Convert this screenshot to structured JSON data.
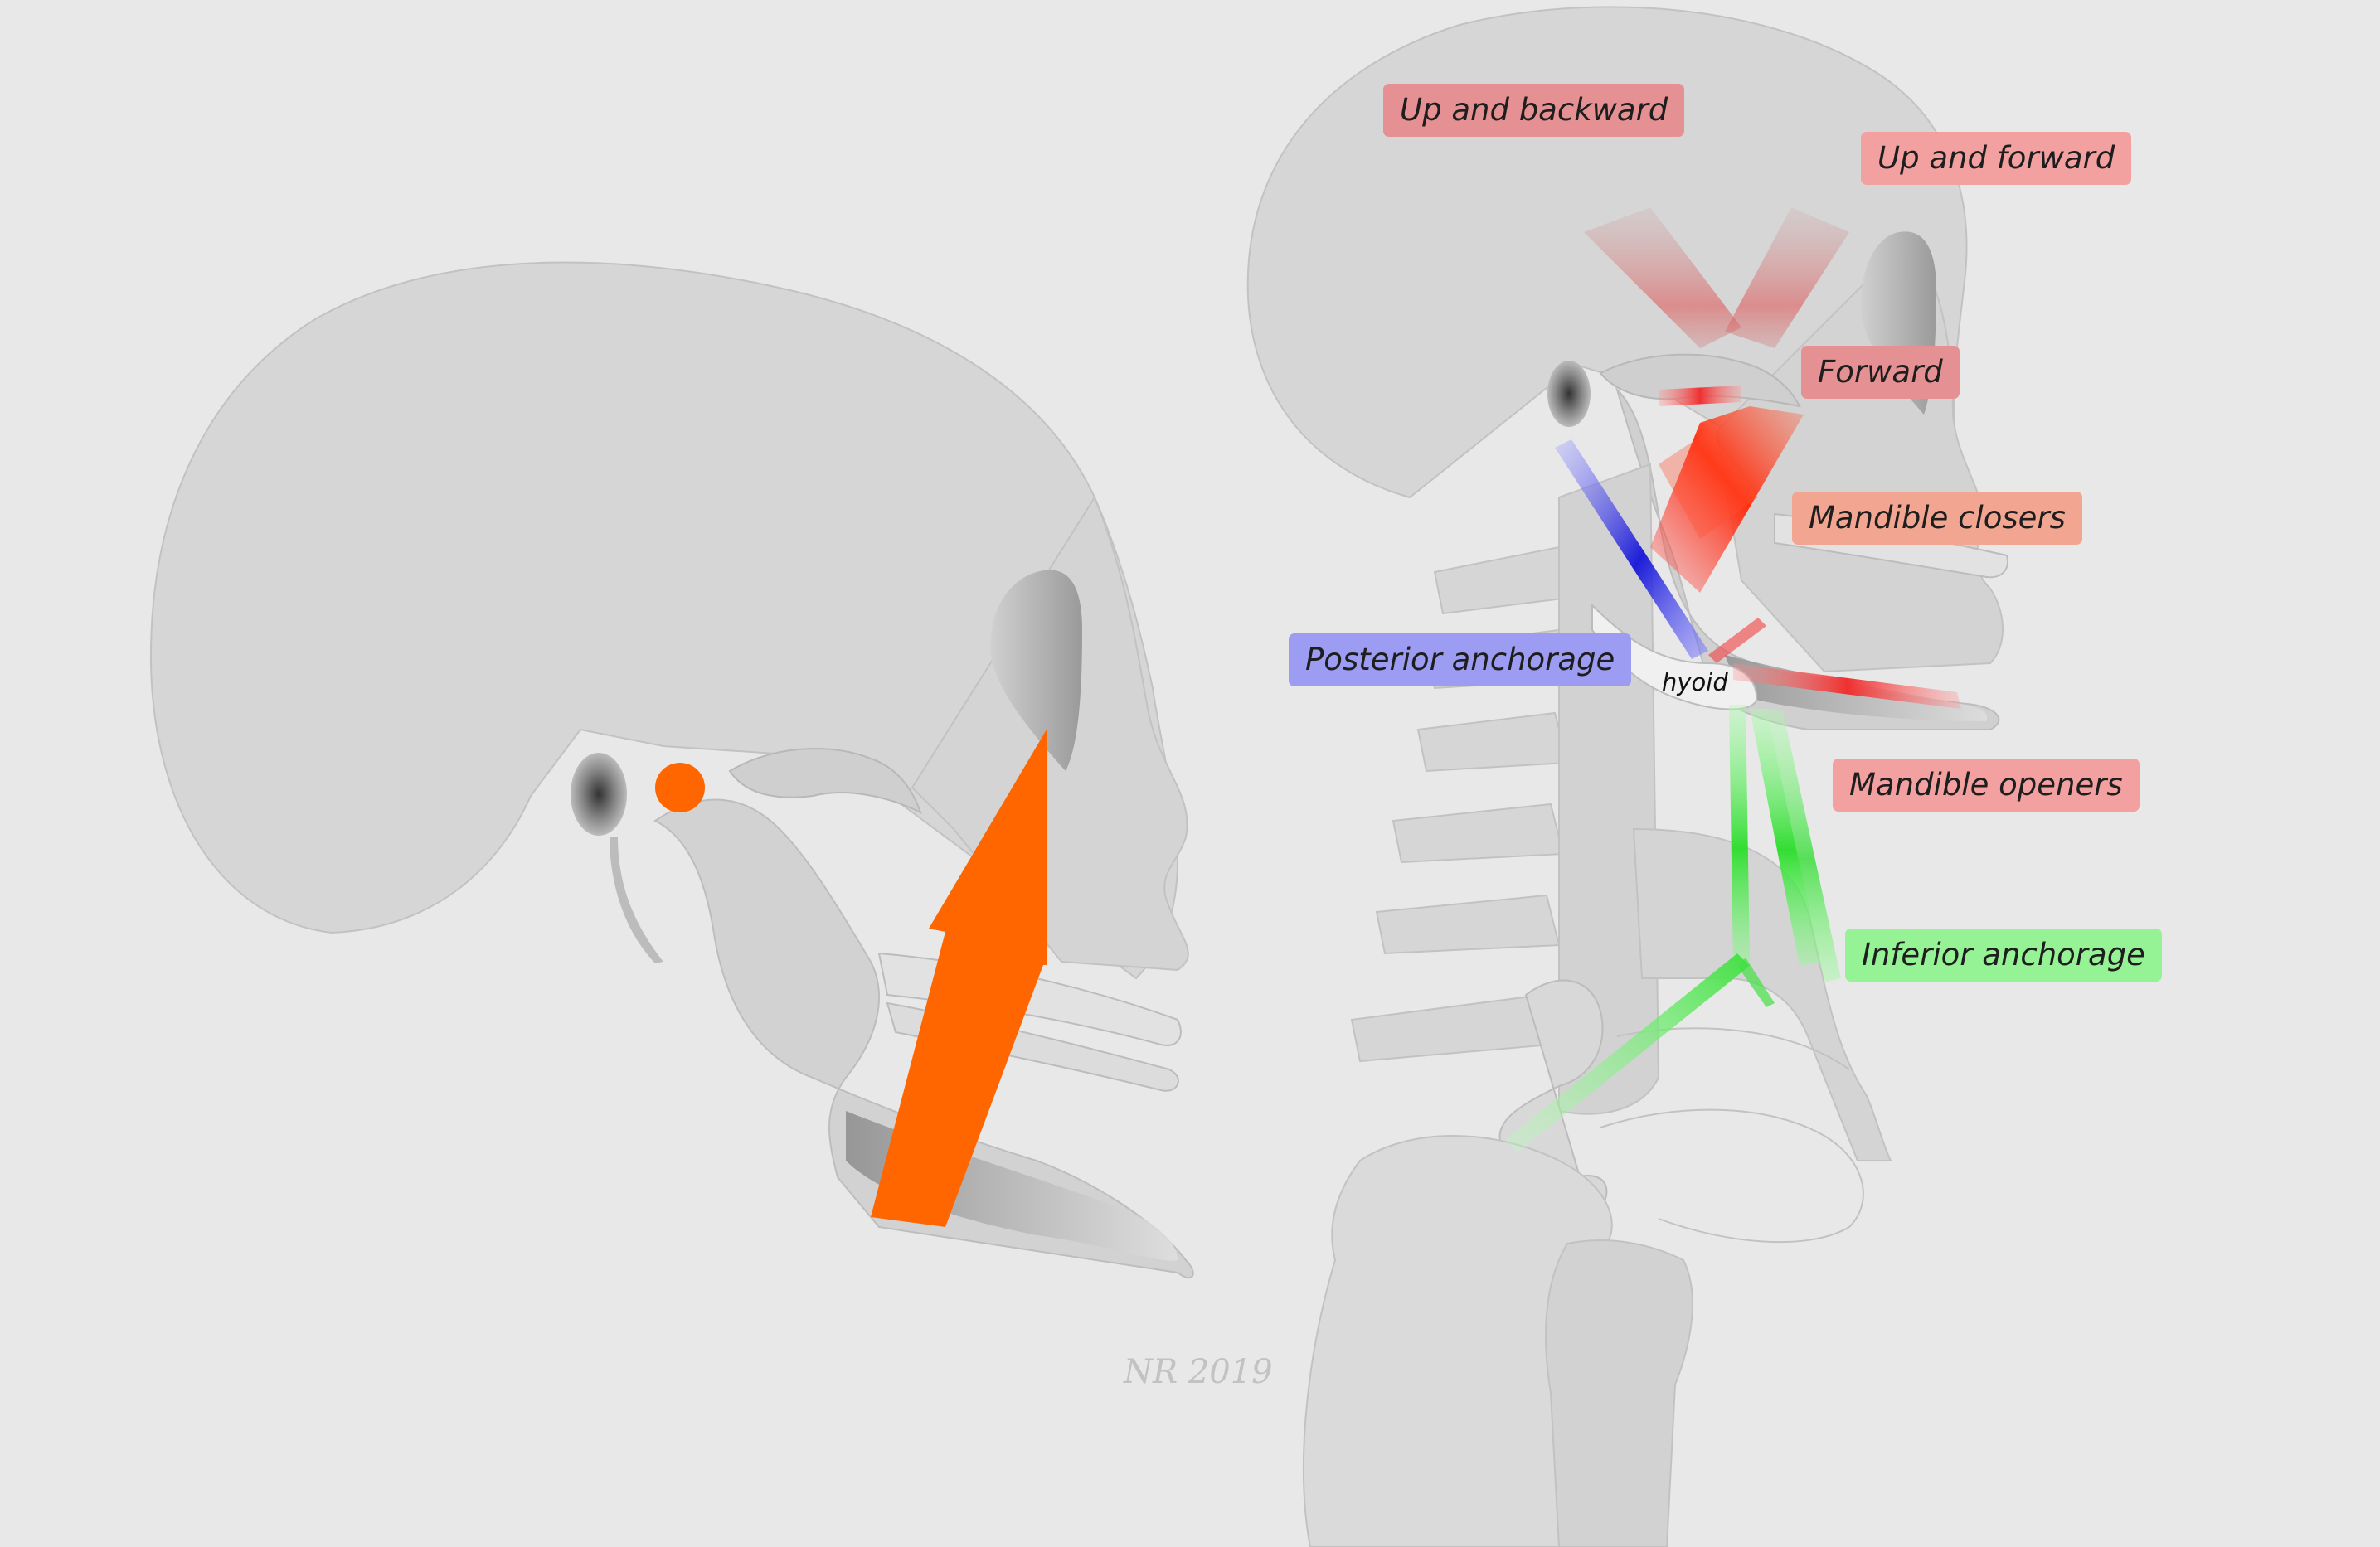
{
  "labels": {
    "up_backward": "Up and backward",
    "up_forward": "Up and forward",
    "forward": "Forward",
    "mandible_closers": "Mandible closers",
    "posterior_anchorage": "Posterior anchorage",
    "mandible_openers": "Mandible openers",
    "inferior_anchorage": "Inferior anchorage",
    "hyoid": "hyoid"
  },
  "signature": "NR 2019",
  "colors": {
    "background": "#e8e8e8",
    "bone": "#d6d6d6",
    "arrow": "#ff6600",
    "red_label": "#e59092",
    "pink_label": "#f2a0a0",
    "orange_label": "#f2a692",
    "blue_label": "#9c9cf2",
    "green_label": "#95f295",
    "posterior_muscle": "#1f1fd6",
    "inferior_muscle": "#44e044",
    "closer_muscle": "#ff2a10"
  }
}
